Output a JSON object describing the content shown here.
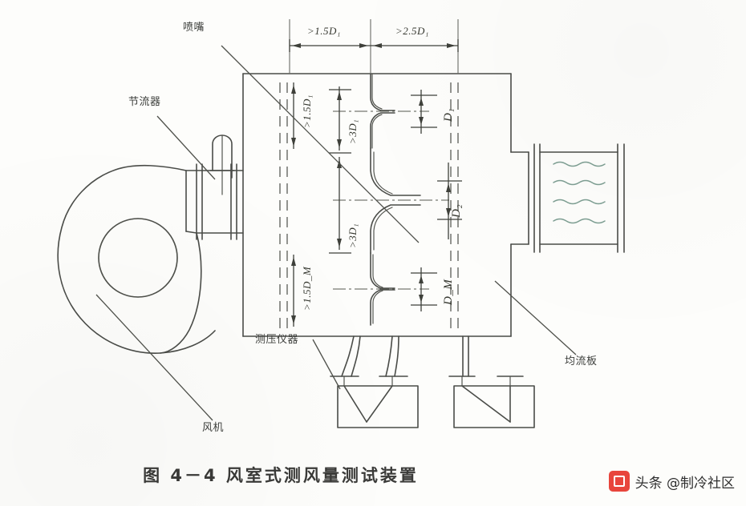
{
  "figure": {
    "caption": "图 4－4   风室式测风量测试装置",
    "ink_color": "#4a4c48",
    "accent_color": "#7aa79a"
  },
  "callouts": {
    "nozzle": "喷嘴",
    "throttle": "节流器",
    "manometer": "测压仪器",
    "flow_straightener": "均流板",
    "fan": "风机"
  },
  "dimensions": {
    "h1": ">1.5D₁",
    "h2": ">2.5D₁",
    "v1": ">1.5D₁",
    "v2": ">3D₁",
    "v3": ">3D₁",
    "v4": ">1.5D_M",
    "d1": "D₁",
    "d2": "D₂",
    "dm": "D_M"
  },
  "watermark": {
    "text": "头条 @制冷社区",
    "logo": "toutiao-logo-icon",
    "brand_color": "#e8453c"
  },
  "chart_data": {
    "type": "diagram",
    "title": "图 4－4   风室式测风量测试装置",
    "components": [
      {
        "name": "centrifugal-fan",
        "label": "风机"
      },
      {
        "name": "throttle-damper",
        "label": "节流器"
      },
      {
        "name": "nozzle-bank",
        "label": "喷嘴",
        "count": 3
      },
      {
        "name": "inclined-manometer",
        "label": "测压仪器",
        "count": 2
      },
      {
        "name": "flow-straightener-plate",
        "label": "均流板"
      },
      {
        "name": "outlet-duct",
        "label": ""
      }
    ],
    "annotations": [
      ">1.5D₁",
      ">2.5D₁",
      ">1.5D₁",
      ">3D₁",
      ">3D₁",
      ">1.5D_M",
      "D₁",
      "D₂",
      "D_M"
    ]
  }
}
